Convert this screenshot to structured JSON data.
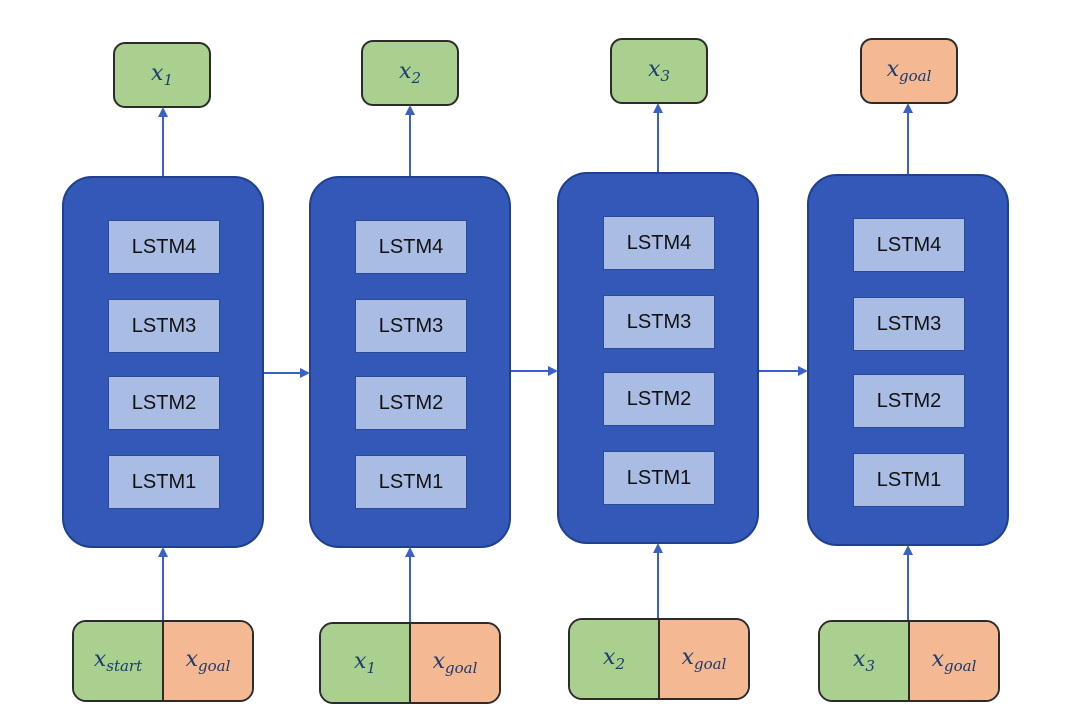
{
  "columns": [
    {
      "output": {
        "base": "x",
        "sub": "1",
        "color": "#a9d08e"
      },
      "layers": [
        "LSTM4",
        "LSTM3",
        "LSTM2",
        "LSTM1"
      ],
      "input": [
        {
          "base": "x",
          "sub": "start"
        },
        {
          "base": "x",
          "sub": "goal"
        }
      ]
    },
    {
      "output": {
        "base": "x",
        "sub": "2",
        "color": "#a9d08e"
      },
      "layers": [
        "LSTM4",
        "LSTM3",
        "LSTM2",
        "LSTM1"
      ],
      "input": [
        {
          "base": "x",
          "sub": "1"
        },
        {
          "base": "x",
          "sub": "goal"
        }
      ]
    },
    {
      "output": {
        "base": "x",
        "sub": "3",
        "color": "#a9d08e"
      },
      "layers": [
        "LSTM4",
        "LSTM3",
        "LSTM2",
        "LSTM1"
      ],
      "input": [
        {
          "base": "x",
          "sub": "2"
        },
        {
          "base": "x",
          "sub": "goal"
        }
      ]
    },
    {
      "output": {
        "base": "x",
        "sub": "goal",
        "color": "#f4b993"
      },
      "layers": [
        "LSTM4",
        "LSTM3",
        "LSTM2",
        "LSTM1"
      ],
      "input": [
        {
          "base": "x",
          "sub": "3"
        },
        {
          "base": "x",
          "sub": "goal"
        }
      ]
    }
  ],
  "colors": {
    "stack_fill": "#3358b8",
    "layer_fill": "#a9bce4",
    "known_fill": "#a9d08e",
    "goal_fill": "#f4b993",
    "arrow": "#3a62c4"
  }
}
